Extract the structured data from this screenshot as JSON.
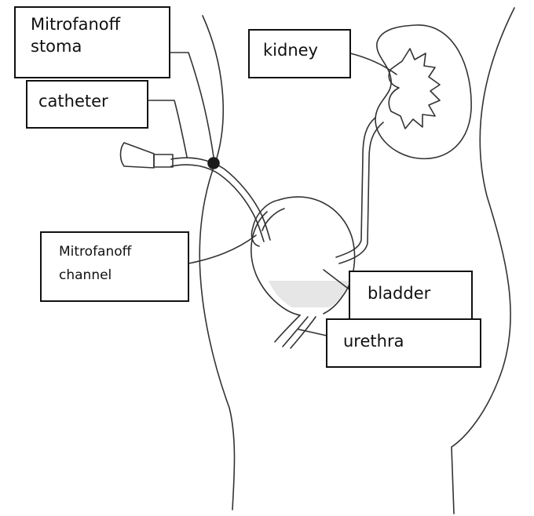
{
  "labels": {
    "stoma": {
      "line1": "Mitrofanoff",
      "line2": "stoma"
    },
    "catheter": "catheter",
    "kidney": "kidney",
    "channel": {
      "line1": "Mitrofanoff",
      "line2": "channel"
    },
    "bladder": "bladder",
    "urethra": "urethra"
  },
  "colors": {
    "line": "#333333",
    "box_border": "#111111",
    "bladder_fill": "#e6e6e6",
    "stoma_dot": "#1a1a1a"
  }
}
